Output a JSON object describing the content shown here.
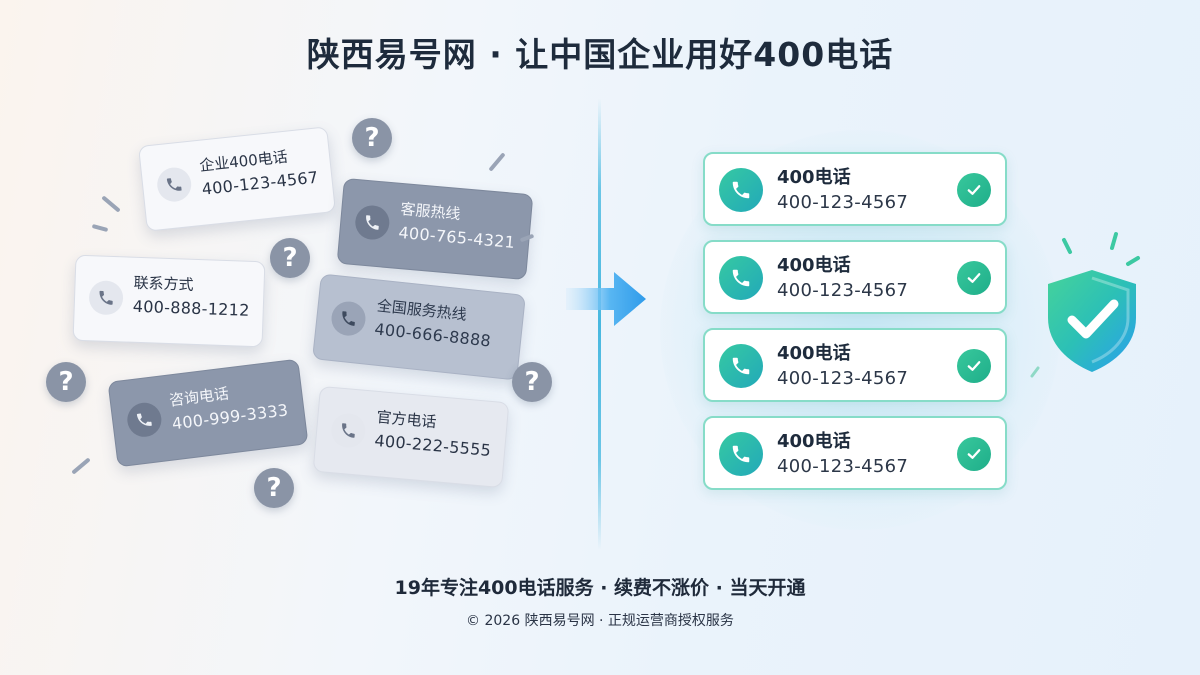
{
  "title": "陕西易号网 · 让中国企业用好400电话",
  "left_cards": [
    {
      "name": "企业400电话",
      "number": "400-123-4567"
    },
    {
      "name": "客服热线",
      "number": "400-765-4321"
    },
    {
      "name": "联系方式",
      "number": "400-888-1212"
    },
    {
      "name": "全国服务热线",
      "number": "400-666-8888"
    },
    {
      "name": "咨询电话",
      "number": "400-999-3333"
    },
    {
      "name": "官方电话",
      "number": "400-222-5555"
    }
  ],
  "question_mark": "?",
  "right_cards": [
    {
      "name": "400电话",
      "number": "400-123-4567"
    },
    {
      "name": "400电话",
      "number": "400-123-4567"
    },
    {
      "name": "400电话",
      "number": "400-123-4567"
    },
    {
      "name": "400电话",
      "number": "400-123-4567"
    }
  ],
  "footer": {
    "tagline": "19年专注400电话服务 · 续费不涨价 · 当天开通",
    "copyright": "© 2026 陕西易号网 · 正规运营商授权服务"
  },
  "icons": {
    "phone": "phone-icon",
    "check": "check-icon",
    "shield": "shield-check-icon",
    "arrow": "arrow-right-icon",
    "question": "question-icon"
  },
  "colors": {
    "accent_green": "#2fbf99",
    "accent_blue": "#3aa6f0",
    "muted_gray": "#8c97ab"
  }
}
